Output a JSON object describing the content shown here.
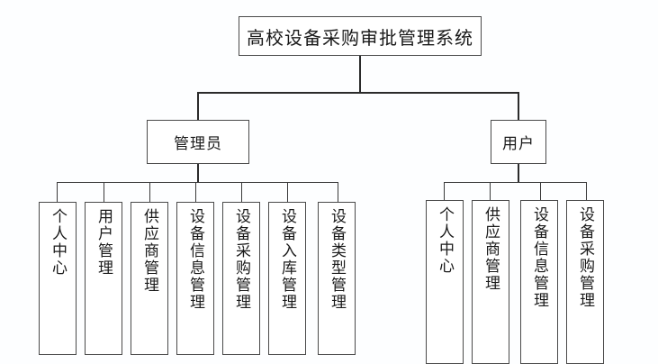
{
  "diagram": {
    "type": "organizational-hierarchy-tree",
    "title": "高校设备采购审批管理系统",
    "orientation": "top-down",
    "colors": {
      "background": "#fdfeff",
      "box_fill": "#ffffff",
      "box_border": "#4a4a4a",
      "connector": "#2b2b2b",
      "text": "#1a1a1a"
    },
    "root": {
      "label": "高校设备采购审批管理系统",
      "text_direction": "horizontal"
    },
    "branches": [
      {
        "id": "admin",
        "label": "管理员",
        "text_direction": "horizontal",
        "children": [
          {
            "label": "个人中心",
            "text_direction": "vertical"
          },
          {
            "label": "用户管理",
            "text_direction": "vertical"
          },
          {
            "label": "供应商管理",
            "text_direction": "vertical"
          },
          {
            "label": "设备信息管理",
            "text_direction": "vertical"
          },
          {
            "label": "设备采购管理",
            "text_direction": "vertical"
          },
          {
            "label": "设备入库管理",
            "text_direction": "vertical"
          },
          {
            "label": "设备类型管理",
            "text_direction": "vertical"
          }
        ]
      },
      {
        "id": "user",
        "label": "用户",
        "text_direction": "horizontal",
        "children": [
          {
            "label": "个人中心",
            "text_direction": "vertical"
          },
          {
            "label": "供应商管理",
            "text_direction": "vertical"
          },
          {
            "label": "设备信息管理",
            "text_direction": "vertical"
          },
          {
            "label": "设备采购管理",
            "text_direction": "vertical"
          }
        ]
      }
    ]
  }
}
